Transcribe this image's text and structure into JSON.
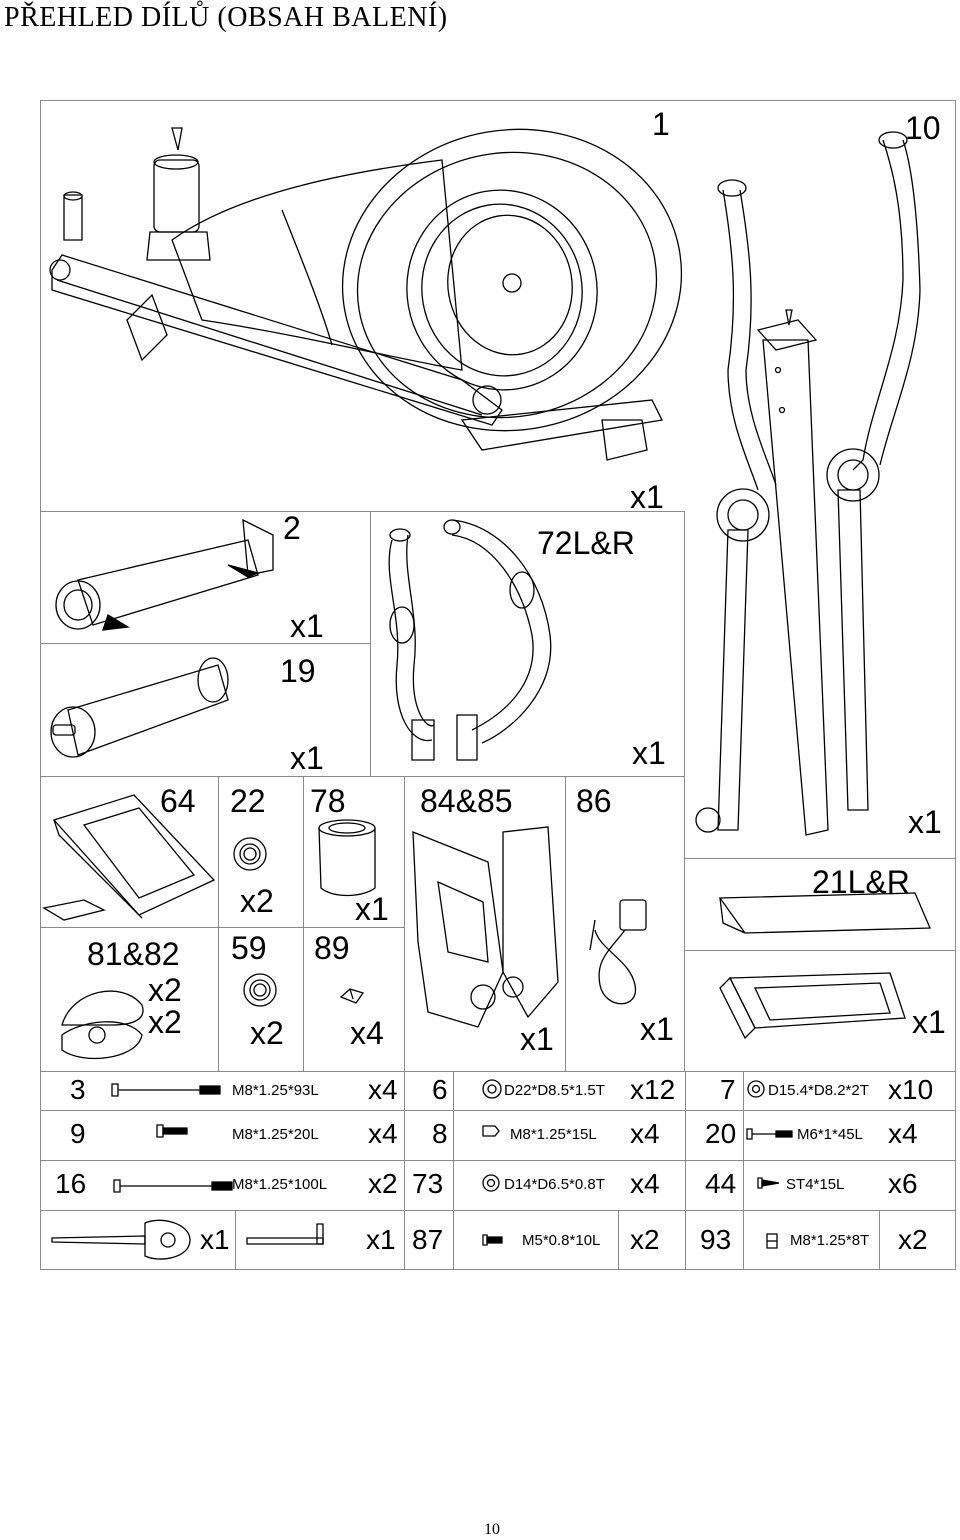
{
  "page_title": "PŘEHLED DÍLŮ (OBSAH BALENÍ)",
  "page_number": "10",
  "parts": {
    "p1": {
      "num": "1"
    },
    "p10": {
      "num": "10",
      "qty": "x1"
    },
    "p2": {
      "num": "2",
      "qty": "x1"
    },
    "p72": {
      "num": "72L&R",
      "qty": "x1"
    },
    "p19": {
      "num": "19",
      "qty": "x1"
    },
    "p21": {
      "num": "21L&R",
      "qty": "x1"
    },
    "p21b": {
      "qty": "x1"
    },
    "p64": {
      "num": "64"
    },
    "p22": {
      "num": "22",
      "qty": "x2"
    },
    "p78": {
      "num": "78",
      "qty": "x1"
    },
    "p84": {
      "num": "84&85",
      "qty": "x1"
    },
    "p86": {
      "num": "86",
      "qty": "x1"
    },
    "p81": {
      "num": "81&82",
      "qty1": "x2",
      "qty2": "x2"
    },
    "p59": {
      "num": "59",
      "qty": "x2"
    },
    "p89": {
      "num": "89",
      "qty": "x4"
    }
  },
  "hardware": [
    {
      "row": [
        {
          "num": "3",
          "spec": "M8*1.25*93L",
          "qty": "x4"
        },
        {
          "num": "6",
          "spec": "D22*D8.5*1.5T",
          "qty": "x12"
        },
        {
          "num": "7",
          "spec": "D15.4*D8.2*2T",
          "qty": "x10"
        }
      ]
    },
    {
      "row": [
        {
          "num": "9",
          "spec": "M8*1.25*20L",
          "qty": "x4"
        },
        {
          "num": "8",
          "spec": "M8*1.25*15L",
          "qty": "x4"
        },
        {
          "num": "20",
          "spec": "M6*1*45L",
          "qty": "x4"
        }
      ]
    },
    {
      "row": [
        {
          "num": "16",
          "spec": "M8*1.25*100L",
          "qty": "x2"
        },
        {
          "num": "73",
          "spec": "D14*D6.5*0.8T",
          "qty": "x4"
        },
        {
          "num": "44",
          "spec": "ST4*15L",
          "qty": "x6"
        }
      ]
    },
    {
      "row": [
        {
          "num": "",
          "spec": "",
          "qty": "x1"
        },
        {
          "num": "",
          "spec": "",
          "qty": "x1"
        },
        {
          "num": "87",
          "spec": "M5*0.8*10L",
          "qty": "x2"
        },
        {
          "num": "93",
          "spec": "M8*1.25*8T",
          "qty": "x2"
        }
      ]
    }
  ]
}
